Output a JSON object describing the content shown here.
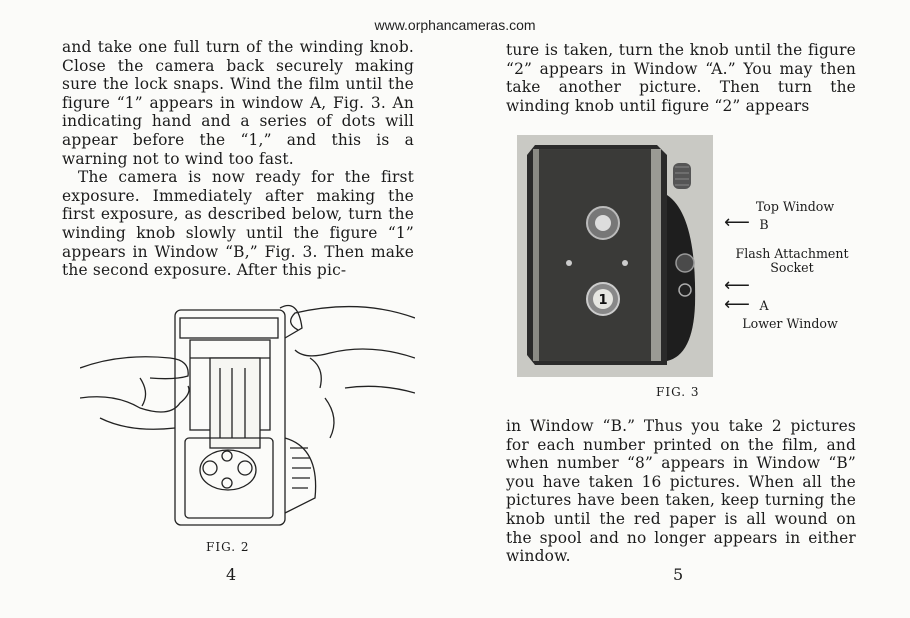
{
  "header": {
    "url": "www.orphancameras.com"
  },
  "left_page": {
    "paragraphs": [
      "and take one full turn of the winding knob. Close the camera back securely making sure the lock snaps. Wind the film until the figure “1” appears in window A, Fig. 3. An indicating hand and a series of dots will appear before the “1,” and this is a warning not to wind too fast.",
      "The camera is now ready for the first exposure. Immediately after making the first exposure, as described below, turn the winding knob slowly until the figure “1” appears in Window “B,” Fig. 3. Then make the second exposure. After this pic-"
    ],
    "figure_caption": "FIG. 2",
    "page_number": "4"
  },
  "right_page": {
    "paragraph_top": "ture is taken, turn the knob until the figure “2” appears in Window “A.” You may then take another picture. Then turn the winding knob until figure “2” appears",
    "paragraph_bottom": "in Window “B.” Thus you take 2 pictures for each number printed on the film, and when number “8” appears in Window “B” you have taken 16 pictures. When all the pictures have been taken, keep turning the knob until the red paper is all wound on the spool and no longer appears in either window.",
    "figure_caption": "FIG. 3",
    "page_number": "5",
    "photo_window_digit": "1",
    "labels": {
      "top_window": "Top Window",
      "b": "B",
      "flash_socket": "Flash Attachment Socket",
      "a": "A",
      "lower_window": "Lower Window"
    }
  }
}
